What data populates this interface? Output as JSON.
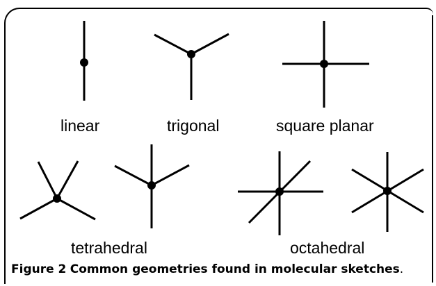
{
  "geometries": [
    {
      "id": "linear",
      "label": "linear"
    },
    {
      "id": "trigonal",
      "label": "trigonal"
    },
    {
      "id": "square-planar",
      "label": "square planar"
    },
    {
      "id": "tetrahedral",
      "label": "tetrahedral"
    },
    {
      "id": "octahedral",
      "label": "octahedral"
    }
  ],
  "caption": {
    "figure_number": "Figure 2",
    "text": "Common geometries found in molecular sketches",
    "period": "."
  },
  "colors": {
    "stroke": "#000000",
    "background": "#ffffff"
  }
}
